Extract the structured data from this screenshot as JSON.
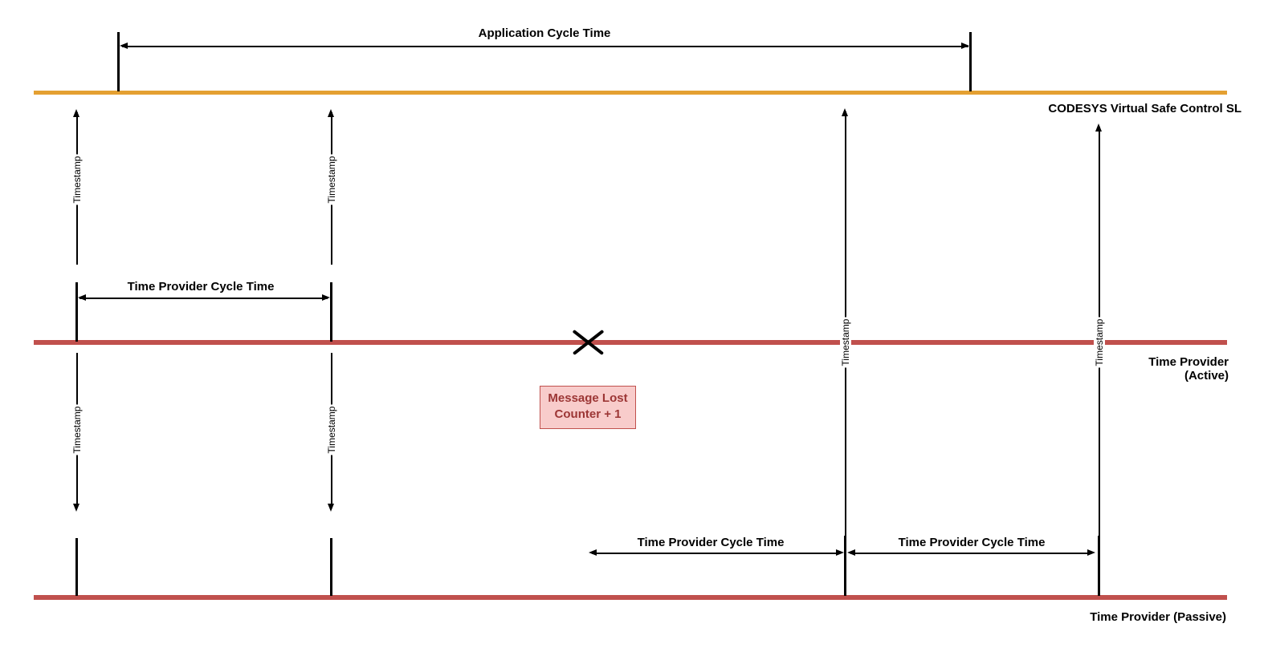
{
  "diagram": {
    "lanes": {
      "application": {
        "label": "CODESYS Virtual Safe Control SL",
        "color": "#E4A032"
      },
      "time_provider_active": {
        "label_line1": "Time Provider",
        "label_line2": "(Active)",
        "color": "#C0504D"
      },
      "time_provider_passive": {
        "label": "Time Provider (Passive)",
        "color": "#C0504D"
      }
    },
    "measurements": {
      "application_cycle": {
        "label": "Application Cycle Time"
      },
      "provider_cycle_top": {
        "label": "Time Provider Cycle Time"
      },
      "provider_cycle_bottom_left": {
        "label": "Time Provider Cycle Time"
      },
      "provider_cycle_bottom_right": {
        "label": "Time Provider Cycle Time"
      }
    },
    "timestamps": [
      "Timestamp",
      "Timestamp",
      "Timestamp",
      "Timestamp",
      "Timestamp",
      "Timestamp"
    ],
    "message_box": {
      "line1": "Message Lost",
      "line2": "Counter + 1",
      "fill": "#F8CCCB",
      "border": "#C0504D",
      "text_color": "#9C3635"
    }
  }
}
